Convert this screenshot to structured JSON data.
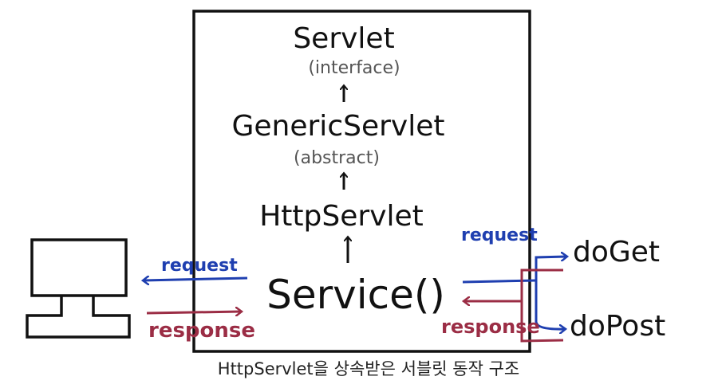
{
  "diagram": {
    "hierarchy": {
      "servlet": "Servlet",
      "servlet_note": "(interface)",
      "generic_servlet": "GenericServlet",
      "generic_note": "(abstract)",
      "http_servlet": "HttpServlet",
      "service": "Service()"
    },
    "client_side": {
      "request": "request",
      "response": "response"
    },
    "handler_side": {
      "request": "request",
      "response": "response",
      "do_get": "doGet",
      "do_post": "doPost"
    },
    "caption": "HttpServlet을 상속받은 서블릿 동작 구조",
    "colors": {
      "request": "#1f3fb0",
      "response": "#9b2d45",
      "ink": "#111111",
      "note": "#555555"
    }
  }
}
